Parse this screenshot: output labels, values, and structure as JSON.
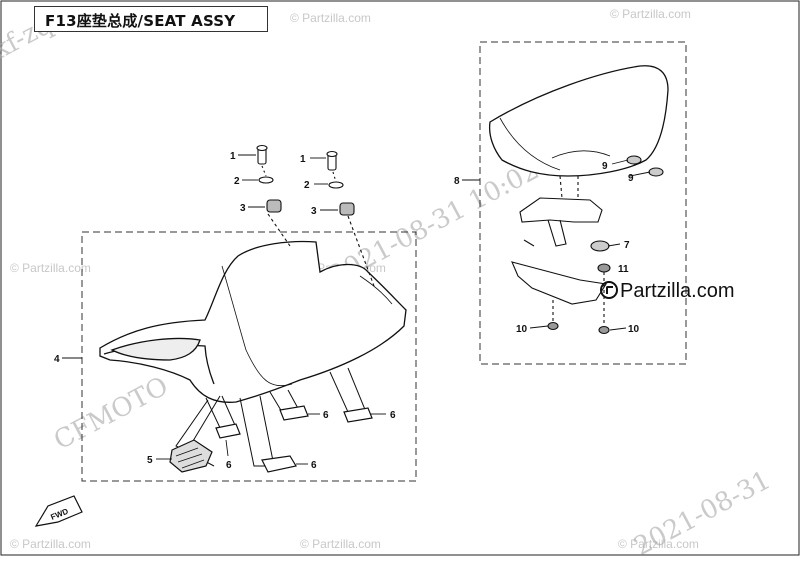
{
  "header": {
    "title": "F13座垫总成/SEAT ASSY"
  },
  "callouts": {
    "n1": "1",
    "n2": "2",
    "n3": "3",
    "n4": "4",
    "n5": "5",
    "n6": "6",
    "n7": "7",
    "n8": "8",
    "n9": "9",
    "n10": "10",
    "n11": "11"
  },
  "labels": {
    "fwd": "FWD"
  },
  "watermarks": {
    "partzilla": "© Partzilla.com",
    "brand": "Partzilla.com",
    "date_a": "2021-08-31 10:02:0",
    "date_b": "2021-08-31",
    "cfmoto": "CFMOTO",
    "user": "kf-zql"
  }
}
